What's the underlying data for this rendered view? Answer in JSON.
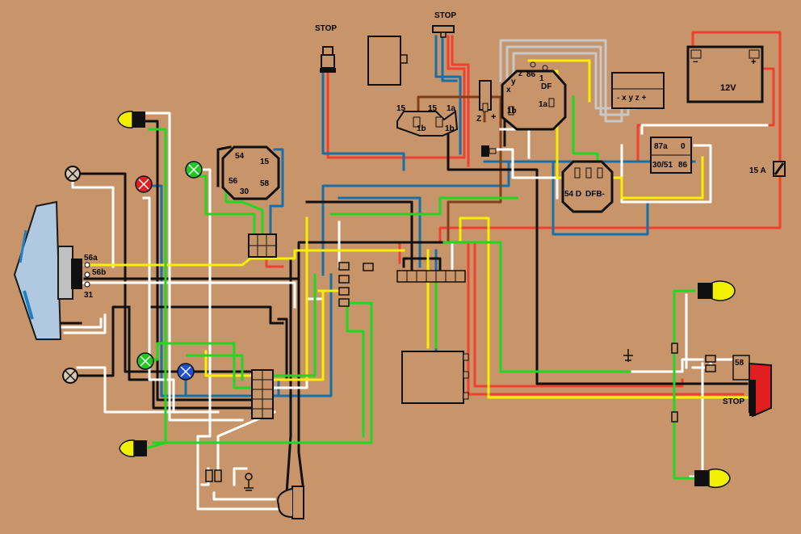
{
  "diagram": {
    "labels": {
      "stop_switch_left": "STOP",
      "stop_switch_top": "STOP",
      "stop_lamp": "STOP",
      "battery_voltage": "12V",
      "fuse": "15 A",
      "headlight_56a": "56a",
      "headlight_56b": "56b",
      "headlight_31": "31",
      "ignition_54": "54",
      "ignition_15": "15",
      "ignition_56": "56",
      "ignition_30": "30",
      "ignition_58": "58",
      "coil_15_left": "15",
      "coil_15_right": "15",
      "coil_1a": "1a",
      "coil_1b_left": "1b",
      "coil_1b_right": "1b",
      "dynamo_y": "y",
      "dynamo_z": "z",
      "dynamo_86": "86",
      "dynamo_x": "x",
      "dynamo_1": "1",
      "dynamo_df": "DF",
      "dynamo_1b": "1b",
      "dynamo_1a": "1a",
      "z_terminal": "Z",
      "regulator_terminals": "- x y z +",
      "relay_87a": "87a",
      "relay_0": "0",
      "relay_3051": "30/51",
      "relay_86": "86",
      "regulator2_54d": "54 D",
      "regulator2_dfb": "DFB-",
      "taillight_58": "58",
      "battery_minus": "−",
      "battery_plus": "+",
      "plus_terminal": "+"
    },
    "colors": {
      "background": "#c8956a",
      "red": "#f04030",
      "black": "#101010",
      "white": "#ffffff",
      "yellow": "#f8f000",
      "green": "#20d820",
      "blue": "#1870a8",
      "brown": "#804018",
      "gray": "#c8c8c8",
      "lamp_yellow": "#f0f000",
      "lamp_red": "#e02020",
      "indicator_green": "#20c820",
      "indicator_blue": "#2050d0"
    }
  }
}
